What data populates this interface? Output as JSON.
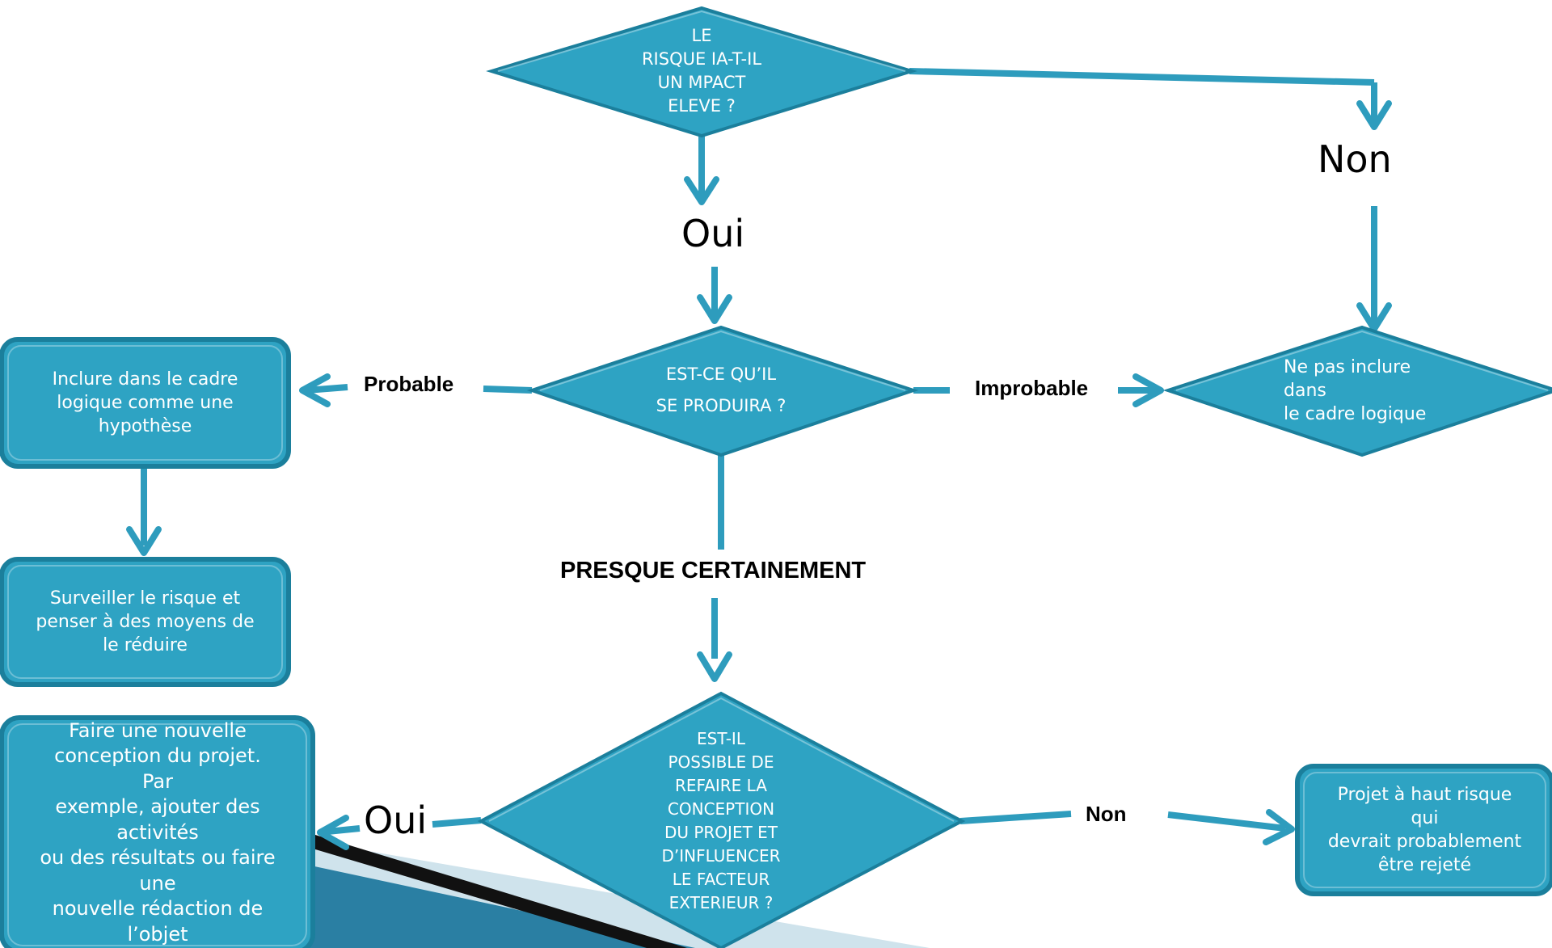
{
  "colors": {
    "fill": "#2ea3c3",
    "stroke": "#1b7f9c",
    "arrow": "#2e9cbd",
    "text": "#ffffff",
    "label": "#000000"
  },
  "diamonds": {
    "impact": {
      "text": "LE\nRISQUE IA-T-IL\nUN MPACT\nELEVE ?"
    },
    "probability": {
      "text": "EST-CE QU’IL\nSE PRODUIRA ?"
    },
    "exclude": {
      "text": "Ne pas inclure\ndans\nle cadre logique"
    },
    "redesign": {
      "text": "EST-IL\nPOSSIBLE DE\nREFAIRE LA\nCONCEPTION\nDU PROJET ET\nD’INFLUENCER\nLE FACTEUR\nEXTERIEUR ?"
    }
  },
  "boxes": {
    "include": {
      "text": "Inclure dans le cadre\nlogique comme une\nhypothèse"
    },
    "monitor": {
      "text": "Surveiller le risque et\npenser à des moyens de\nle réduire"
    },
    "new_design": {
      "text": "Faire une nouvelle\nconception du projet.\nPar\nexemple, ajouter des\nactivités\nou des résultats ou faire\nune\nnouvelle rédaction de\nl’objet"
    },
    "high_risk": {
      "text": "Projet à haut risque\nqui\ndevrait probablement\nêtre rejeté"
    }
  },
  "labels": {
    "oui_top": "Oui",
    "non_top": "Non",
    "probable": "Probable",
    "improbable": "Improbable",
    "presque": "PRESQUE CERTAINEMENT",
    "oui_bottom": "Oui",
    "non_bottom": "Non"
  }
}
